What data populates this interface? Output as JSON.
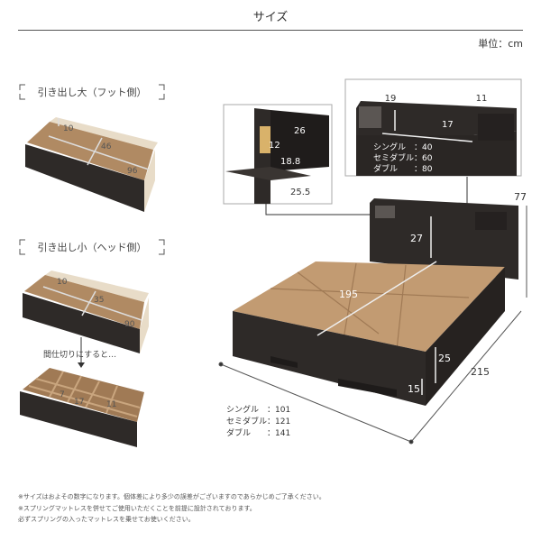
{
  "title": "サイズ",
  "unit": "単位：cm",
  "drawer_large": {
    "label": "引き出し大（フット側）",
    "dims": [
      "10",
      "46",
      "96"
    ]
  },
  "drawer_small": {
    "label": "引き出し小（ヘッド側）",
    "dims": [
      "10",
      "35",
      "90"
    ]
  },
  "divider": {
    "label": "間仕切りにすると…",
    "dims": [
      "7",
      "17",
      "11"
    ]
  },
  "shelf_inset": {
    "dims": [
      "26",
      "12",
      "18.8",
      "25.5"
    ]
  },
  "headboard_inset": {
    "dims": [
      "19",
      "11",
      "17"
    ],
    "sizes": [
      "シングル　：40",
      "セミダブル：60",
      "ダブル　　：80"
    ]
  },
  "bed": {
    "dims": {
      "height": "77",
      "headboard_depth": "27",
      "inner_length": "195",
      "length": "215",
      "drawer_height": "25",
      "leg_height": "15"
    },
    "widths": [
      "シングル　：101",
      "セミダブル：121",
      "ダブル　　：141"
    ]
  },
  "notes": [
    "※サイズはおよその数字になります。個体差により多少の誤差がございますのであらかじめご了承ください。",
    "※スプリングマットレスを併せてご使用いただくことを前提に設計されております。",
    "必ずスプリングの入ったマットレスを乗せてお使いください。"
  ],
  "colors": {
    "frame": "#2e2a28",
    "wood": "#b08a63",
    "inner": "#e8dcc8"
  }
}
